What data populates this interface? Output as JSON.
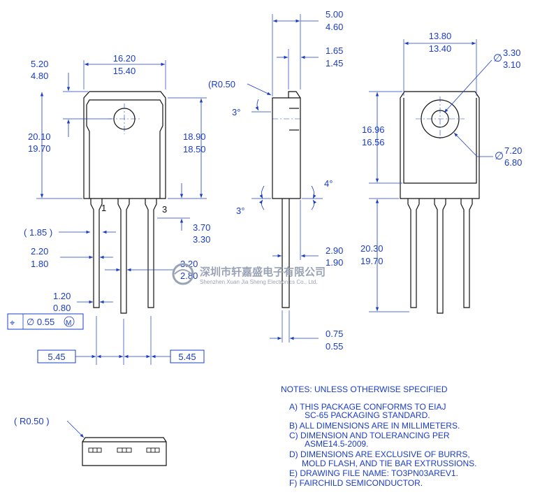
{
  "front_view": {
    "width_max": "16.20",
    "width_min": "15.40",
    "top_max": "5.20",
    "top_min": "4.80",
    "height_max": "20.10",
    "height_min": "19.70",
    "body_max": "18.90",
    "body_min": "18.50",
    "pin1_label": "1",
    "pin3_label": "3",
    "lead_ref": "( 1.85 )",
    "lead_w_max": "2.20",
    "lead_w_min": "1.80",
    "lead_h_max": "3.70",
    "lead_h_min": "3.30",
    "lead_b_max": "3.20",
    "lead_b_min": "2.80",
    "lead_t_max": "1.20",
    "lead_t_min": "0.80",
    "pitch_left": "5.45",
    "pitch_right": "5.45",
    "tolerance_symbol": "⌖",
    "tolerance_value": "∅ 0.55",
    "tolerance_modifier": "M"
  },
  "side_view": {
    "thick_max": "5.00",
    "thick_min": "4.60",
    "tab_max": "1.65",
    "tab_min": "1.45",
    "radius": "(R0.50",
    "angle_top": "3°",
    "angle_right": "4°",
    "angle_bottom": "3°",
    "lead_off_max": "2.90",
    "lead_off_min": "1.90",
    "lead_th_max": "0.75",
    "lead_th_min": "0.55"
  },
  "back_view": {
    "width_max": "13.80",
    "width_min": "13.40",
    "hole_max": "3.30",
    "hole_min": "3.10",
    "hole_sym": "∅",
    "ring_max": "7.20",
    "ring_min": "6.80",
    "ring_sym": "∅",
    "pad_h_max": "16.96",
    "pad_h_min": "16.56",
    "lead_l_max": "20.30",
    "lead_l_min": "19.70"
  },
  "bottom_view": {
    "radius": "( R0.50 )"
  },
  "watermark": {
    "cn": "深圳市轩嘉盛电子有限公司",
    "en": "Shenzhen Xuan Jia Sheng Electronics Co.,  Ltd."
  },
  "notes": {
    "title": "NOTES: UNLESS OTHERWISE SPECIFIED",
    "lines": [
      "A)  THIS PACKAGE CONFORMS TO EIAJ",
      "SC-65 PACKAGING STANDARD.",
      "B)  ALL DIMENSIONS ARE IN MILLIMETERS.",
      "C)  DIMENSION AND TOLERANCING PER",
      "ASME14.5-2009.",
      "D) DIMENSIONS ARE EXCLUSIVE OF BURRS,",
      "MOLD FLASH, AND TIE BAR EXTRUSSIONS.",
      "E)  DRAWING FILE NAME: TO3PN03AREV1.",
      "F)  FAIRCHILD SEMICONDUCTOR."
    ]
  },
  "colors": {
    "dimension": "#1a3cc8",
    "outline": "#111111"
  }
}
